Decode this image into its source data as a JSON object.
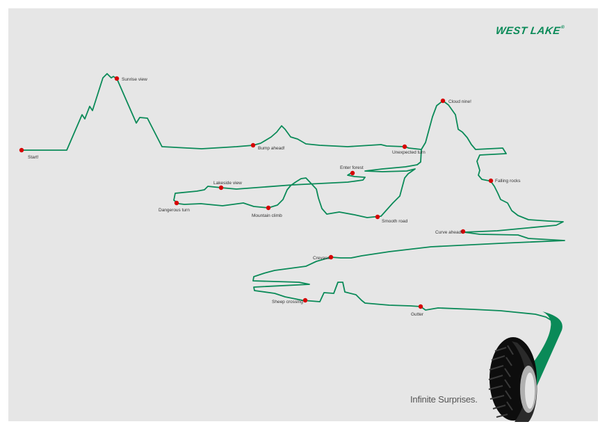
{
  "brand": {
    "logo_text": "WEST LAKE",
    "logo_mark": "®"
  },
  "tagline": "Infinite Surprises.",
  "waypoints": [
    {
      "label": "Start!"
    },
    {
      "label": "Sunrise view"
    },
    {
      "label": "Bump ahead!"
    },
    {
      "label": "Unexpected turn"
    },
    {
      "label": "Cloud nine!"
    },
    {
      "label": "Enter forest"
    },
    {
      "label": "Falling rocks"
    },
    {
      "label": "Lakeside view"
    },
    {
      "label": "Dangerous turn"
    },
    {
      "label": "Mountain climb"
    },
    {
      "label": "Smooth road"
    },
    {
      "label": "Curve ahead!"
    },
    {
      "label": "Crevass"
    },
    {
      "label": "Sheep crossing"
    },
    {
      "label": "Gutter"
    }
  ],
  "colors": {
    "route": "#0a8a58",
    "waypoint": "#d60000",
    "background": "#e6e6e6",
    "logo": "#0a8a58"
  },
  "icons": {
    "tire": "tire-icon"
  }
}
